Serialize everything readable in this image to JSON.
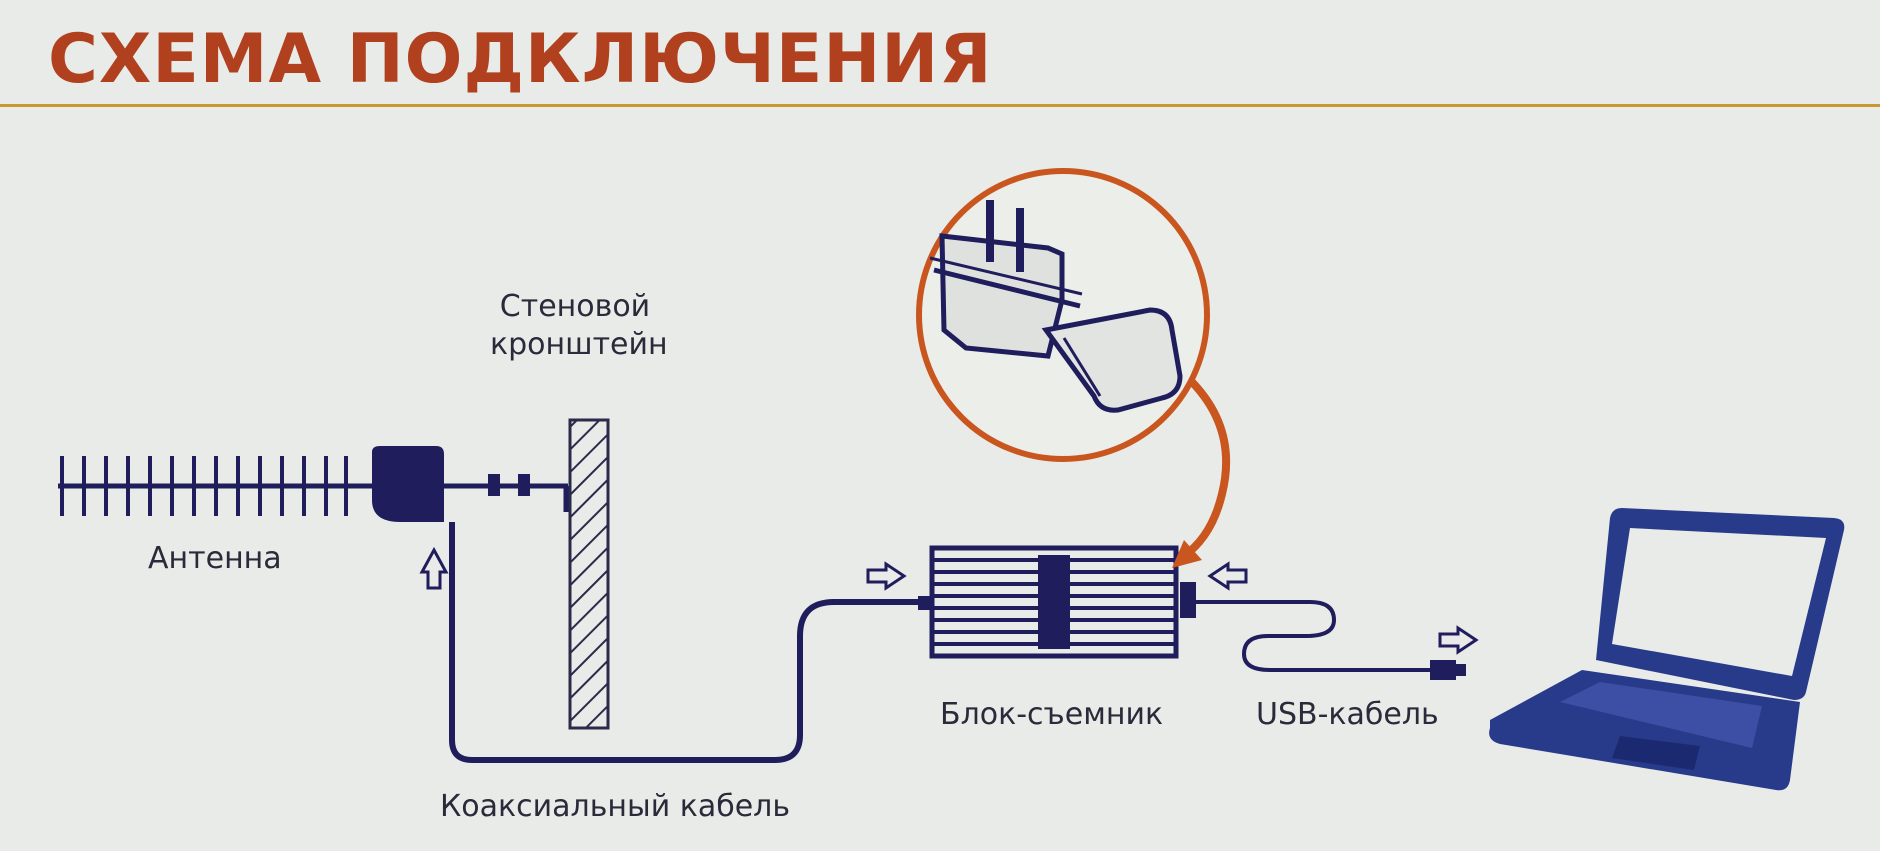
{
  "title": "СХЕМА ПОДКЛЮЧЕНИЯ",
  "labels": {
    "antenna": "Антенна",
    "wall_bracket": "Стеновой кронштейн",
    "coax_cable": "Коаксиальный кабель",
    "receiver_unit": "Блок-съемник",
    "usb_cable": "USB-кабель"
  },
  "colors": {
    "title": "#b0401e",
    "rule": "#c9982e",
    "ink": "#1f1d5c",
    "accent": "#c9561e",
    "laptop": "#283a8a",
    "background": "#e9ebe8"
  },
  "icons": [
    "antenna-icon",
    "wall-bracket-icon",
    "receiver-unit-icon",
    "laptop-icon",
    "arrow-icon",
    "usb-plug-icon",
    "magnifier-callout-icon"
  ]
}
